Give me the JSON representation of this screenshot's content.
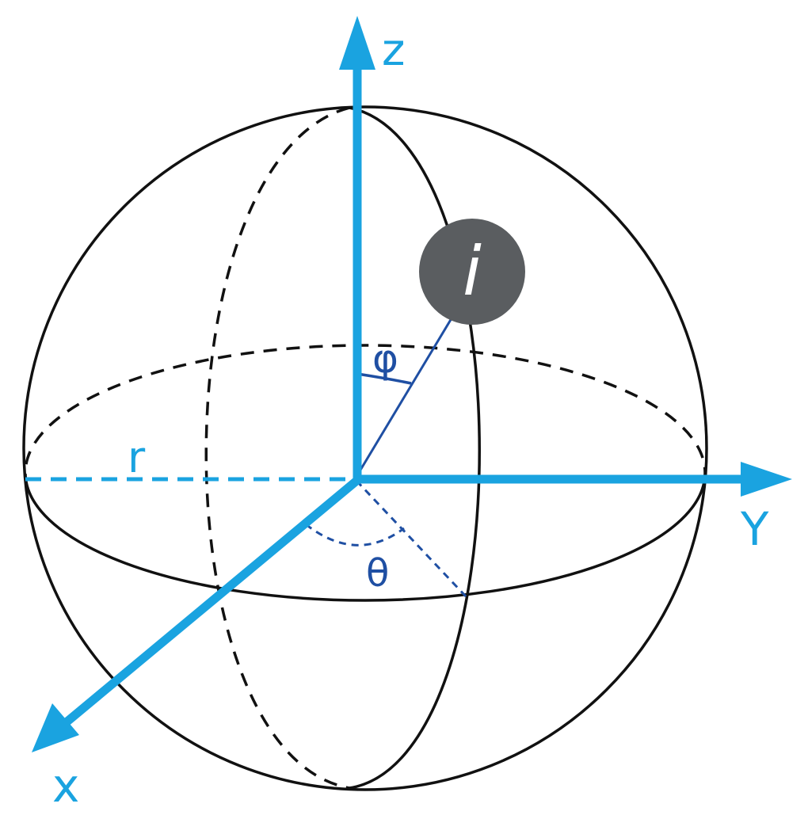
{
  "labels": {
    "z_axis": "z",
    "y_axis": "Y",
    "x_axis": "x",
    "radius": "r",
    "phi": "φ",
    "theta": "θ",
    "point": "i"
  },
  "colors": {
    "axis": "#1aa3e0",
    "angle": "#1f4fa3",
    "outline": "#111111",
    "point_fill": "#5a5d60",
    "point_text": "#ffffff",
    "background": "#ffffff"
  },
  "icons": {
    "point_marker": "info-circle-icon"
  }
}
